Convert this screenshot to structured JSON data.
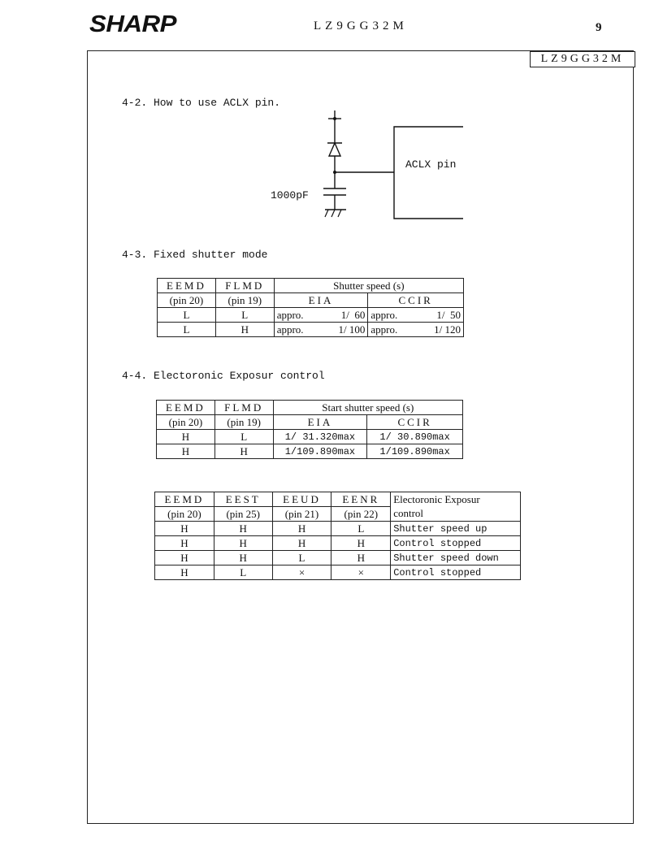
{
  "header": {
    "brand": "SHARP",
    "part_number": "LZ9GG32M",
    "page_number": "9",
    "boxed_part_number": "LZ9GG32M"
  },
  "section_4_2": {
    "title": "4-2. How to use ACLX pin.",
    "pin_label": "ACLX pin",
    "cap_label": "1000pF"
  },
  "section_4_3": {
    "title": "4-3. Fixed shutter mode",
    "head": {
      "c1a": "EEMD",
      "c1b": "(pin 20)",
      "c2a": "FLMD",
      "c2b": "(pin 19)",
      "speed": "Shutter speed (s)",
      "eia": "EIA",
      "ccir": "CCIR"
    },
    "rows": [
      {
        "eemd": "L",
        "flmd": "L",
        "eia_pre": "appro.",
        "eia_val": "1/  60",
        "ccir_pre": "appro.",
        "ccir_val": "1/  50"
      },
      {
        "eemd": "L",
        "flmd": "H",
        "eia_pre": "appro.",
        "eia_val": "1/ 100",
        "ccir_pre": "appro.",
        "ccir_val": "1/ 120"
      }
    ]
  },
  "section_4_4": {
    "title": "4-4. Electoronic Exposur control",
    "head": {
      "c1a": "EEMD",
      "c1b": "(pin 20)",
      "c2a": "FLMD",
      "c2b": "(pin 19)",
      "speed": "Start shutter speed (s)",
      "eia": "EIA",
      "ccir": "CCIR"
    },
    "rows": [
      {
        "eemd": "H",
        "flmd": "L",
        "eia": "1/ 31.320max",
        "ccir": "1/ 30.890max"
      },
      {
        "eemd": "H",
        "flmd": "H",
        "eia": "1/109.890max",
        "ccir": "1/109.890max"
      }
    ]
  },
  "control_table": {
    "head": {
      "c1a": "EEMD",
      "c1b": "(pin 20)",
      "c2a": "EEST",
      "c2b": "(pin 25)",
      "c3a": "EEUD",
      "c3b": "(pin 21)",
      "c4a": "EENR",
      "c4b": "(pin 22)",
      "c5a": "Electoronic Exposur",
      "c5b": "control"
    },
    "rows": [
      {
        "eemd": "H",
        "eest": "H",
        "eeud": "H",
        "eenr": "L",
        "ctrl": "Shutter speed up"
      },
      {
        "eemd": "H",
        "eest": "H",
        "eeud": "H",
        "eenr": "H",
        "ctrl": "Control stopped"
      },
      {
        "eemd": "H",
        "eest": "H",
        "eeud": "L",
        "eenr": "H",
        "ctrl": "Shutter speed down"
      },
      {
        "eemd": "H",
        "eest": "L",
        "eeud": "×",
        "eenr": "×",
        "ctrl": "Control stopped"
      }
    ]
  }
}
